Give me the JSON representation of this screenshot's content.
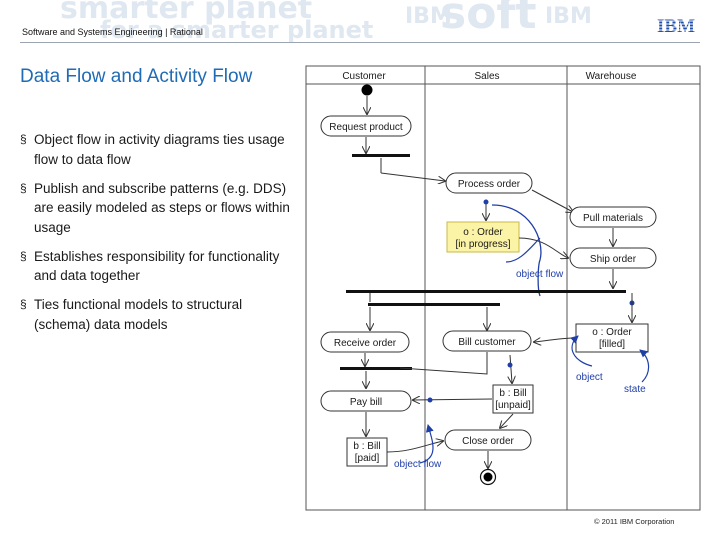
{
  "header": {
    "breadcrumb": "Software and Systems Engineering | Rational",
    "logo_text": "IBM",
    "watermark_words": [
      "smarter planet",
      "for a smarter planet",
      "IBM",
      "soft",
      "IBM"
    ]
  },
  "slide": {
    "title": "Data Flow and Activity Flow",
    "bullets": [
      "Object flow in activity diagrams ties usage flow to data flow",
      "Publish and subscribe patterns (e.g. DDS) are easily modeled as steps or flows within usage",
      "Establishes responsibility for functionality and data together",
      "Ties functional models to structural (schema) data models"
    ]
  },
  "diagram": {
    "lanes": [
      "Customer",
      "Sales",
      "Warehouse"
    ],
    "actions": {
      "request_product": "Request product",
      "process_order": "Process order",
      "pull_materials": "Pull materials",
      "ship_order": "Ship order",
      "receive_order": "Receive order",
      "bill_customer": "Bill customer",
      "pay_bill": "Pay bill",
      "close_order": "Close order"
    },
    "objects": {
      "order_in_progress": [
        "o : Order",
        "[in progress]"
      ],
      "order_filled": [
        "o : Order",
        "[filled]"
      ],
      "bill_unpaid": [
        "b : Bill",
        "[unpaid]"
      ],
      "bill_paid": [
        "b : Bill",
        "[paid]"
      ]
    },
    "annotations": {
      "object_flow_1": "object flow",
      "object": "object",
      "state": "state",
      "object_flow_2": "object flow"
    },
    "colors": {
      "highlight": "#fbf3a6",
      "annotation": "#1f3fa8",
      "accent": "#1f6bb5"
    }
  },
  "footer": {
    "copyright": "© 2011 IBM Corporation"
  }
}
